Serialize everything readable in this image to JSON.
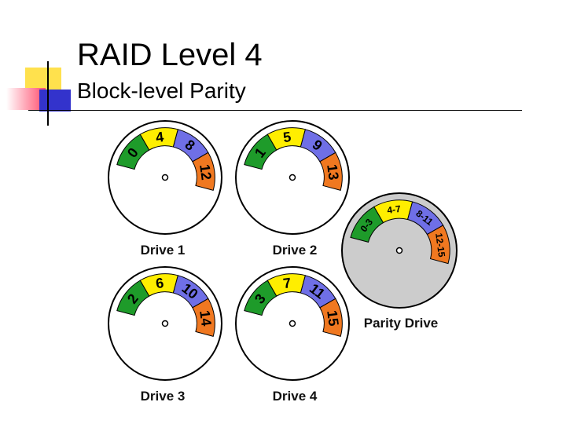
{
  "slide": {
    "title": "RAID Level 4",
    "subtitle": "Block-level Parity"
  },
  "colors": {
    "green": "#1e9b2a",
    "yellow": "#ffee00",
    "blue": "#6f6fe6",
    "orange": "#f07820",
    "parity_disk_fill": "#cccccc",
    "disk_fill": "#ffffff"
  },
  "drives": [
    {
      "label": "Drive 1",
      "blocks": [
        "0",
        "4",
        "8",
        "12"
      ]
    },
    {
      "label": "Drive 2",
      "blocks": [
        "1",
        "5",
        "9",
        "13"
      ]
    },
    {
      "label": "Drive 3",
      "blocks": [
        "2",
        "6",
        "10",
        "14"
      ]
    },
    {
      "label": "Drive 4",
      "blocks": [
        "3",
        "7",
        "11",
        "15"
      ]
    },
    {
      "label": "Parity Drive",
      "blocks": [
        "0-3",
        "4-7",
        "8-11",
        "12-15"
      ]
    }
  ]
}
